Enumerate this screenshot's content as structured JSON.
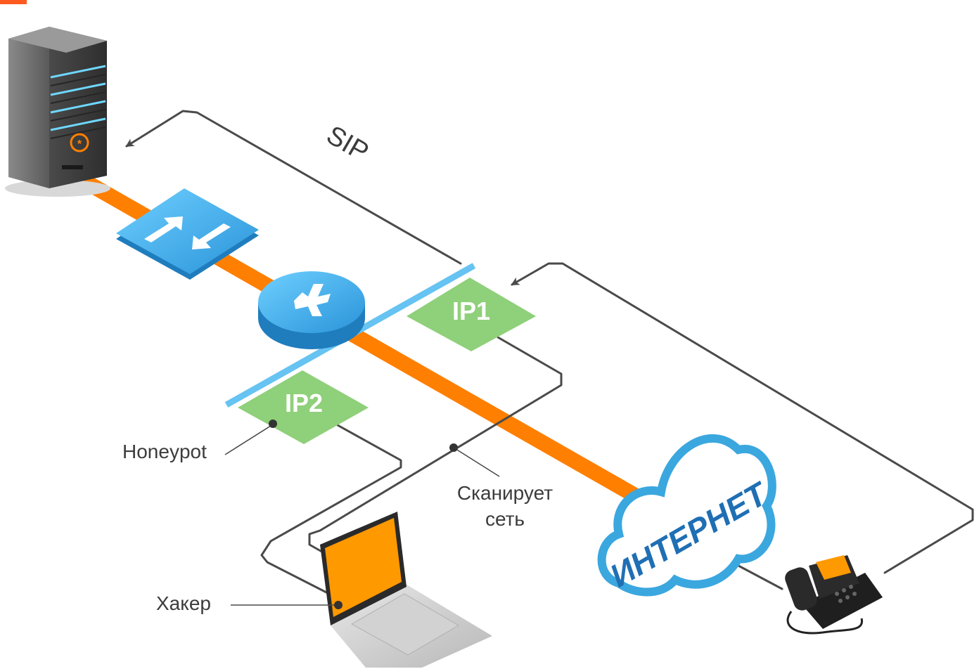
{
  "labels": {
    "sip": "SIP",
    "ip1": "IP1",
    "ip2": "IP2",
    "honeypot": "Honeypot",
    "scan_line1": "Сканирует",
    "scan_line2": "сеть",
    "hacker": "Хакер",
    "internet": "ИНТЕРНЕТ"
  },
  "icons": {
    "server": "asterisk-server-icon",
    "switch": "switch-icon",
    "router": "router-icon",
    "cloud": "internet-cloud-icon",
    "laptop": "laptop-icon",
    "phone": "ip-phone-icon"
  },
  "colors": {
    "backbone": "#ff7f00",
    "ip_box": "#8fd07a",
    "interface_bar": "#66c3f2",
    "device_blue": "#3aa8e6",
    "cloud_blue": "#3ba7df",
    "wire": "#4a4a4a",
    "laptop_screen": "#ff9900"
  }
}
